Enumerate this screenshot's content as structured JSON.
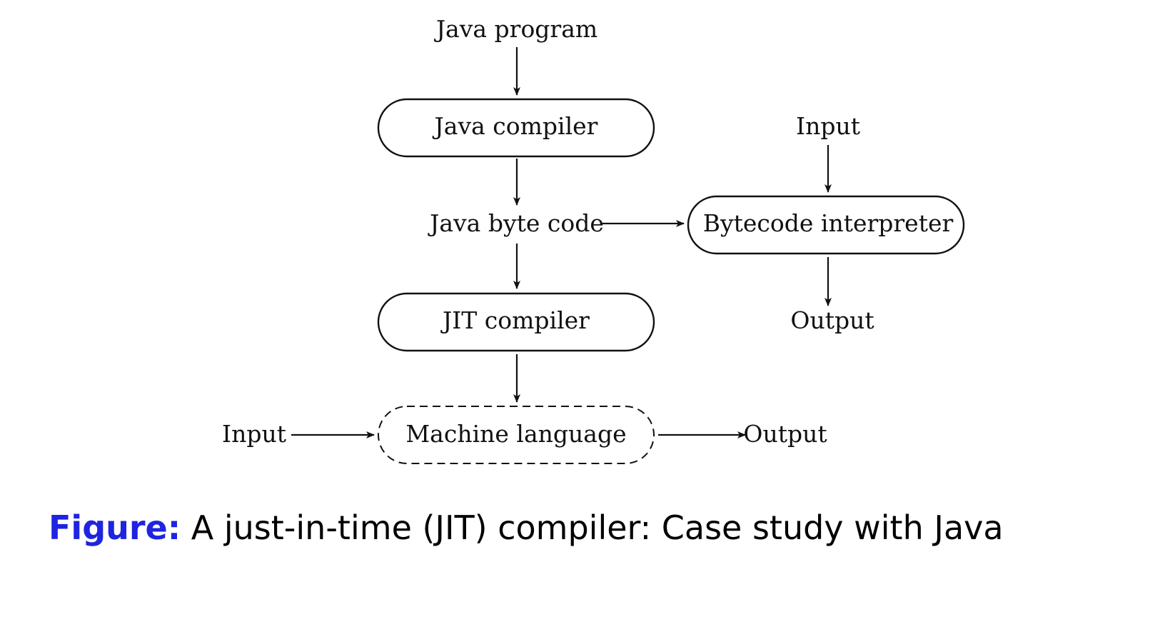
{
  "nodes": {
    "java_program": "Java program",
    "java_compiler": "Java compiler",
    "java_byte_code": "Java byte code",
    "bytecode_interpreter": "Bytecode interpreter",
    "interpreter_input": "Input",
    "interpreter_output": "Output",
    "jit_compiler": "JIT compiler",
    "machine_language": "Machine language",
    "machine_input": "Input",
    "machine_output": "Output"
  },
  "caption": {
    "label": "Figure:",
    "text": " A just-in-time (JIT) compiler: Case study with Java"
  },
  "colors": {
    "caption_label": "#1f24e0",
    "ink": "#111111"
  }
}
